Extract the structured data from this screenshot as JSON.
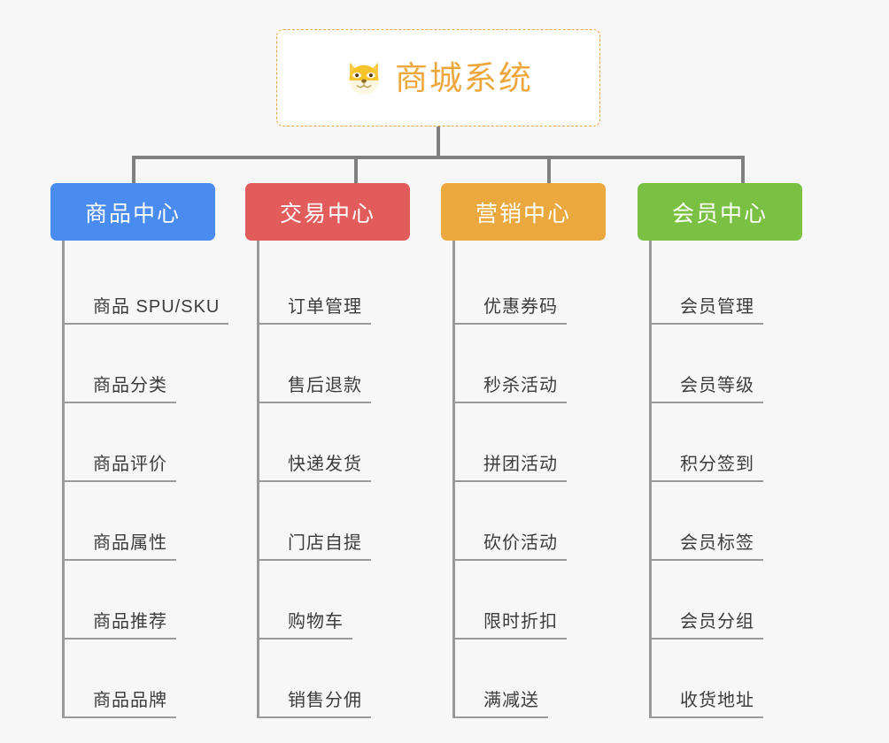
{
  "diagram": {
    "background_color": "#f7f7f7",
    "connector_color": "#808080",
    "root": {
      "title": "商城系统",
      "icon": "dog-face-emoji",
      "text_color": "#eda73c",
      "border_color": "#e8a33d",
      "background_color": "#ffffff"
    },
    "columns": [
      {
        "label": "商品中心",
        "color": "#4a8bf0",
        "items": [
          "商品 SPU/SKU",
          "商品分类",
          "商品评价",
          "商品属性",
          "商品推荐",
          "商品品牌"
        ]
      },
      {
        "label": "交易中心",
        "color": "#e25c5c",
        "items": [
          "订单管理",
          "售后退款",
          "快递发货",
          "门店自提",
          "购物车",
          "销售分佣"
        ]
      },
      {
        "label": "营销中心",
        "color": "#eaa83f",
        "items": [
          "优惠券码",
          "秒杀活动",
          "拼团活动",
          "砍价活动",
          "限时折扣",
          "满减送"
        ]
      },
      {
        "label": "会员中心",
        "color": "#7ac143",
        "items": [
          "会员管理",
          "会员等级",
          "积分签到",
          "会员标签",
          "会员分组",
          "收货地址"
        ]
      }
    ]
  }
}
